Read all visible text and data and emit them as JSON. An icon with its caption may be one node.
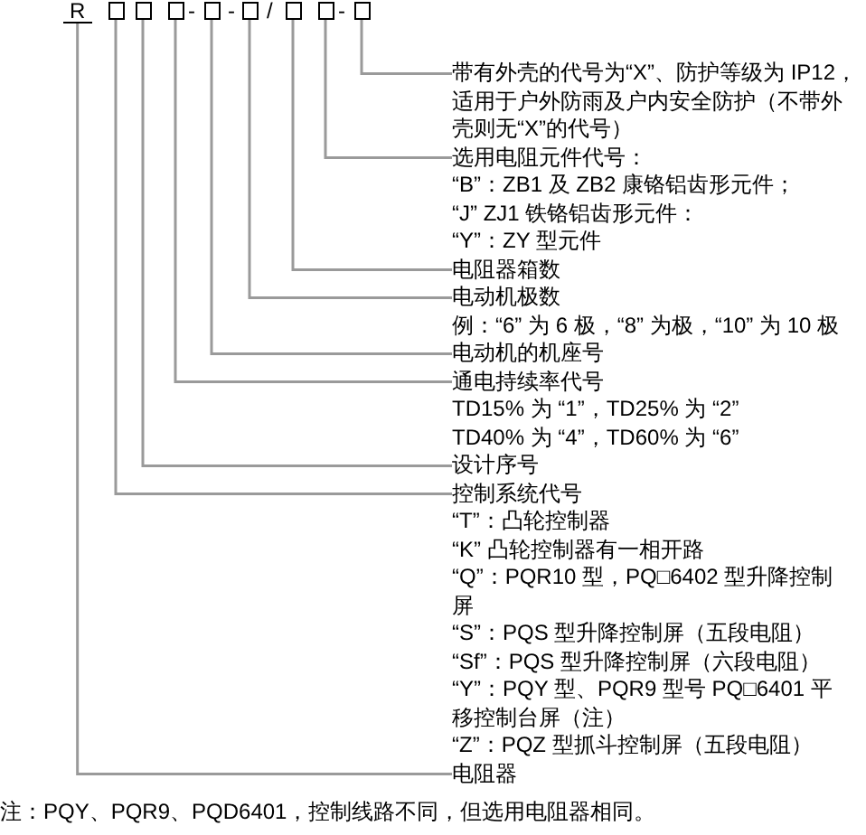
{
  "diagram": {
    "nodes": [
      {
        "text": [
          "R"
        ]
      },
      {
        "text": [],
        "shape": "box"
      },
      {
        "text": [],
        "shape": "box"
      },
      {
        "text": [],
        "shape": "box"
      },
      {
        "text": [],
        "shape": "box"
      },
      {
        "text": [],
        "shape": "box"
      },
      {
        "text": [],
        "shape": "box"
      },
      {
        "text": [],
        "shape": "box"
      },
      {
        "text": [],
        "shape": "box"
      },
      {
        "text": [
          "带有外壳的代号为“X”、防护等级为 IP12，适用于户外防雨及户内安全防护（不带外壳则无“X”的代号）"
        ]
      },
      {
        "text": [
          "选用电阻元件代号：",
          "“B”：ZB1 及 ZB2 康铬铝齿形元件；",
          "“J” ZJ1 铁铬铝齿形元件：",
          "“Y”：ZY 型元件"
        ]
      },
      {
        "text": [
          "电阻器箱数"
        ]
      },
      {
        "text": [
          "电动机极数",
          "例：“6” 为 6 极，“8” 为极，“10” 为 10 极"
        ]
      },
      {
        "text": [
          "电动机的机座号"
        ]
      },
      {
        "text": [
          "通电持续率代号",
          "TD15% 为 “1”，TD25% 为 “2”",
          "TD40% 为 “4”，TD60% 为 “6”"
        ]
      },
      {
        "text": [
          "设计序号"
        ]
      },
      {
        "text": [
          "控制系统代号",
          "“T”：凸轮控制器",
          "“K” 凸轮控制器有一相开路",
          "“Q”：PQR10 型，PQ□6402 型升降控制屏",
          "“S”：PQS 型升降控制屏（五段电阻）",
          "“Sf”：PQS 型升降控制屏（六段电阻）",
          "“Y”：PQY 型、PQR9 型号 PQ□6401 平移控制台屏（注）",
          "“Z”：PQZ 型抓斗控制屏（五段电阻）"
        ]
      },
      {
        "text": [
          "电阻器"
        ]
      }
    ],
    "edges": [
      {
        "from": 8,
        "to": 9,
        "arrow": "none"
      },
      {
        "from": 7,
        "to": 10,
        "arrow": "none"
      },
      {
        "from": 6,
        "to": 11,
        "arrow": "none"
      },
      {
        "from": 5,
        "to": 12,
        "arrow": "none"
      },
      {
        "from": 4,
        "to": 13,
        "arrow": "none"
      },
      {
        "from": 3,
        "to": 14,
        "arrow": "none"
      },
      {
        "from": 2,
        "to": 15,
        "arrow": "none"
      },
      {
        "from": 1,
        "to": 16,
        "arrow": "none"
      },
      {
        "from": 0,
        "to": 17,
        "arrow": "none"
      }
    ],
    "labels": [
      "-",
      "-",
      "/",
      "-",
      "注：PQY、PQR9、PQD6401，控制线路不同，但选用电阻器相同。"
    ]
  }
}
